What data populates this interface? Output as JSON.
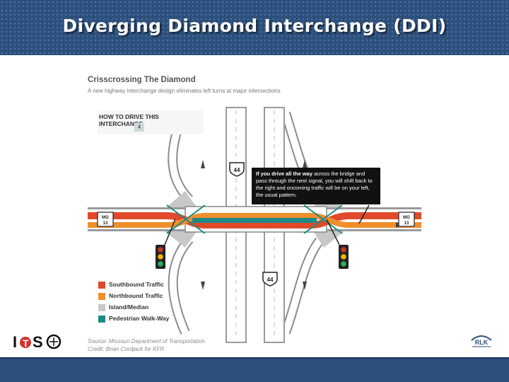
{
  "slide": {
    "title": "Diverging Diamond Interchange (DDI)"
  },
  "diagram": {
    "subtitle": "Crisscrossing The Diamond",
    "description": "A new highway interchange design eliminates left turns at major intersections",
    "howto": {
      "title": "HOW TO DRIVE THIS INTERCHANGE",
      "step": "4"
    },
    "callout": {
      "bold": "If you drive all the way",
      "text": "across the bridge and pass through the next signal, you will shift back to the right and oncoming traffic will be on your left, the usual pattern."
    },
    "shields": {
      "interstate": "44",
      "route_prefix": "MO",
      "route": "13"
    },
    "legend": [
      {
        "label": "Southbound Traffic",
        "color": "#e04a2a"
      },
      {
        "label": "Northbound Traffic",
        "color": "#ef8f2c"
      },
      {
        "label": "Island/Median",
        "color": "#c8c8c8"
      },
      {
        "label": "Pedestrian Walk-Way",
        "color": "#1d8a86"
      }
    ],
    "source_line1": "Source: Missouri Department of Transportation",
    "source_line2": "Credit: Brian Cordjack for KFR"
  },
  "logos": {
    "left": "ITSO",
    "right": "RLK"
  },
  "colors": {
    "header": "#2c4f7c",
    "road": "#ffffff",
    "southbound": "#e04a2a",
    "northbound": "#ef8f2c",
    "median": "#c8c8c8",
    "walkway": "#1d8a86"
  }
}
